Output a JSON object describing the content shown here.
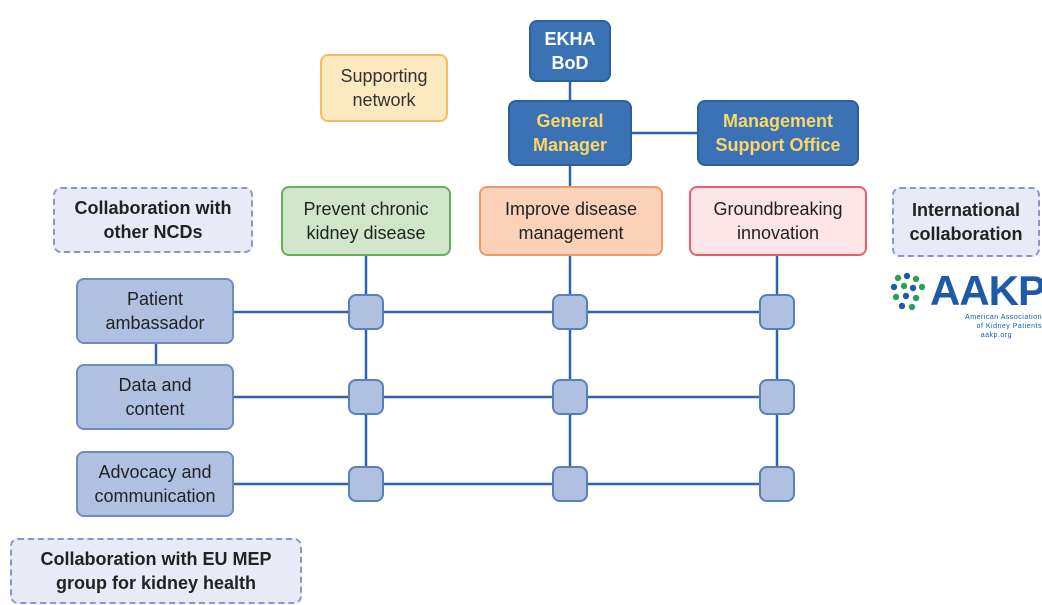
{
  "top": {
    "board": "EKHA\nBoD",
    "supporting_network": "Supporting\nnetwork",
    "general_manager": "General\nManager",
    "management_support": "Management\nSupport Office"
  },
  "pillars": {
    "prevent": "Prevent chronic\nkidney disease",
    "improve": "Improve disease\nmanagement",
    "innovation": "Groundbreaking\ninnovation"
  },
  "teams": {
    "patient": "Patient\nambassador",
    "data": "Data and\ncontent",
    "advocacy": "Advocacy and\ncommunication"
  },
  "collaborations": {
    "ncd": "Collaboration with\nother NCDs",
    "international": "International\ncollaboration",
    "eu": "Collaboration with EU MEP\ngroup for kidney health"
  },
  "logo": {
    "name": "AAKP",
    "line1": "American Association",
    "line2": "of Kidney Patients",
    "line3": "aakp.org"
  },
  "colors": {
    "dark_blue": "#3a72b5",
    "gold_text": "#fad766",
    "line": "#2e64ac"
  }
}
